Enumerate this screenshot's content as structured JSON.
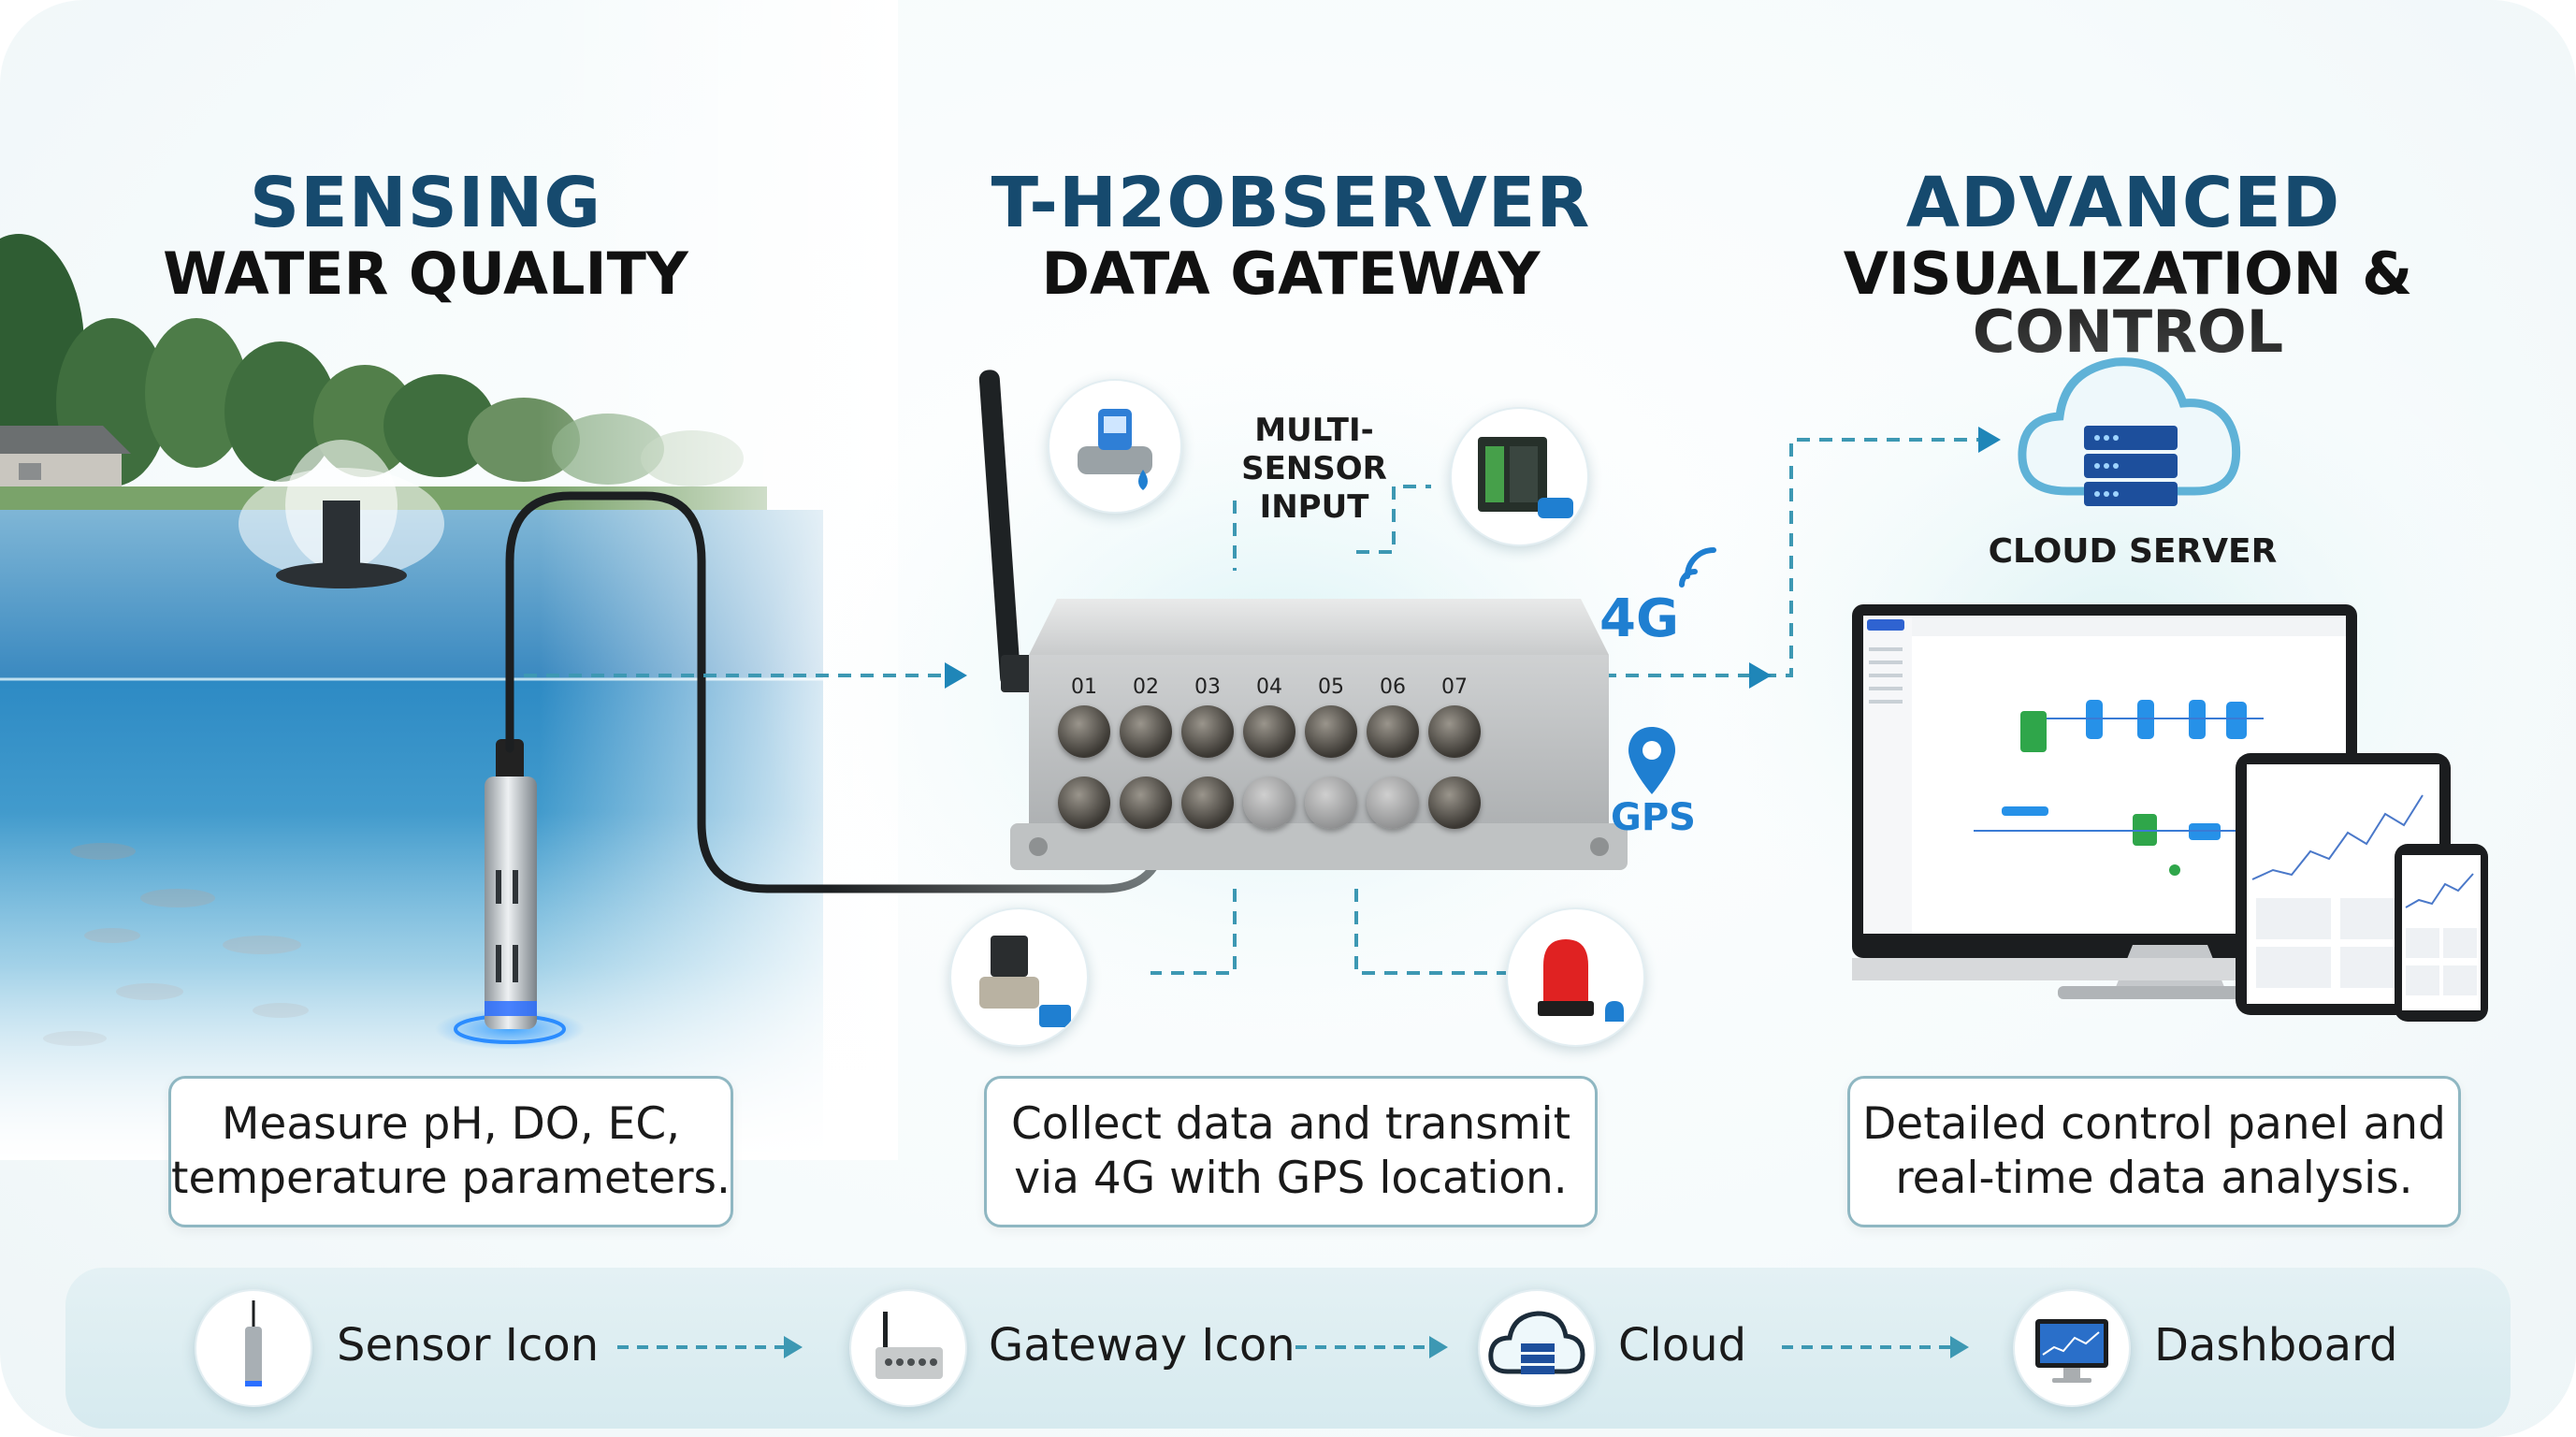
{
  "columns": {
    "sensing": {
      "line1": "SENSING",
      "line2": "WATER QUALITY",
      "description_line1": "Measure pH, DO, EC,",
      "description_line2": "temperature parameters."
    },
    "gateway": {
      "line1": "T-H2OBSERVER",
      "line2": "DATA GATEWAY",
      "description_line1": "Collect data and transmit",
      "description_line2": "via 4G with GPS location."
    },
    "visualization": {
      "line1": "ADVANCED",
      "line2": "VISUALIZATION & CONTROL",
      "description_line1": "Detailed control panel and",
      "description_line2": "real-time data analysis."
    }
  },
  "gateway_labels": {
    "multi_sensor_line1": "MULTI-SENSOR",
    "multi_sensor_line2": "INPUT",
    "signal": "4G",
    "gps": "GPS",
    "cloud_server": "CLOUD SERVER"
  },
  "ports": [
    "01",
    "02",
    "03",
    "04",
    "05",
    "06",
    "07"
  ],
  "legend": [
    {
      "label": "Sensor Icon",
      "icon": "sensor-probe-icon"
    },
    {
      "label": "Gateway Icon",
      "icon": "gateway-box-icon"
    },
    {
      "label": "Cloud",
      "icon": "cloud-server-icon"
    },
    {
      "label": "Dashboard",
      "icon": "monitor-icon"
    }
  ],
  "colors": {
    "title_blue": "#164a6e",
    "accent_blue": "#1f7fd1",
    "dashed_teal": "#3d98b3",
    "water": "#2f86bf",
    "alarm_red": "#e02222"
  }
}
